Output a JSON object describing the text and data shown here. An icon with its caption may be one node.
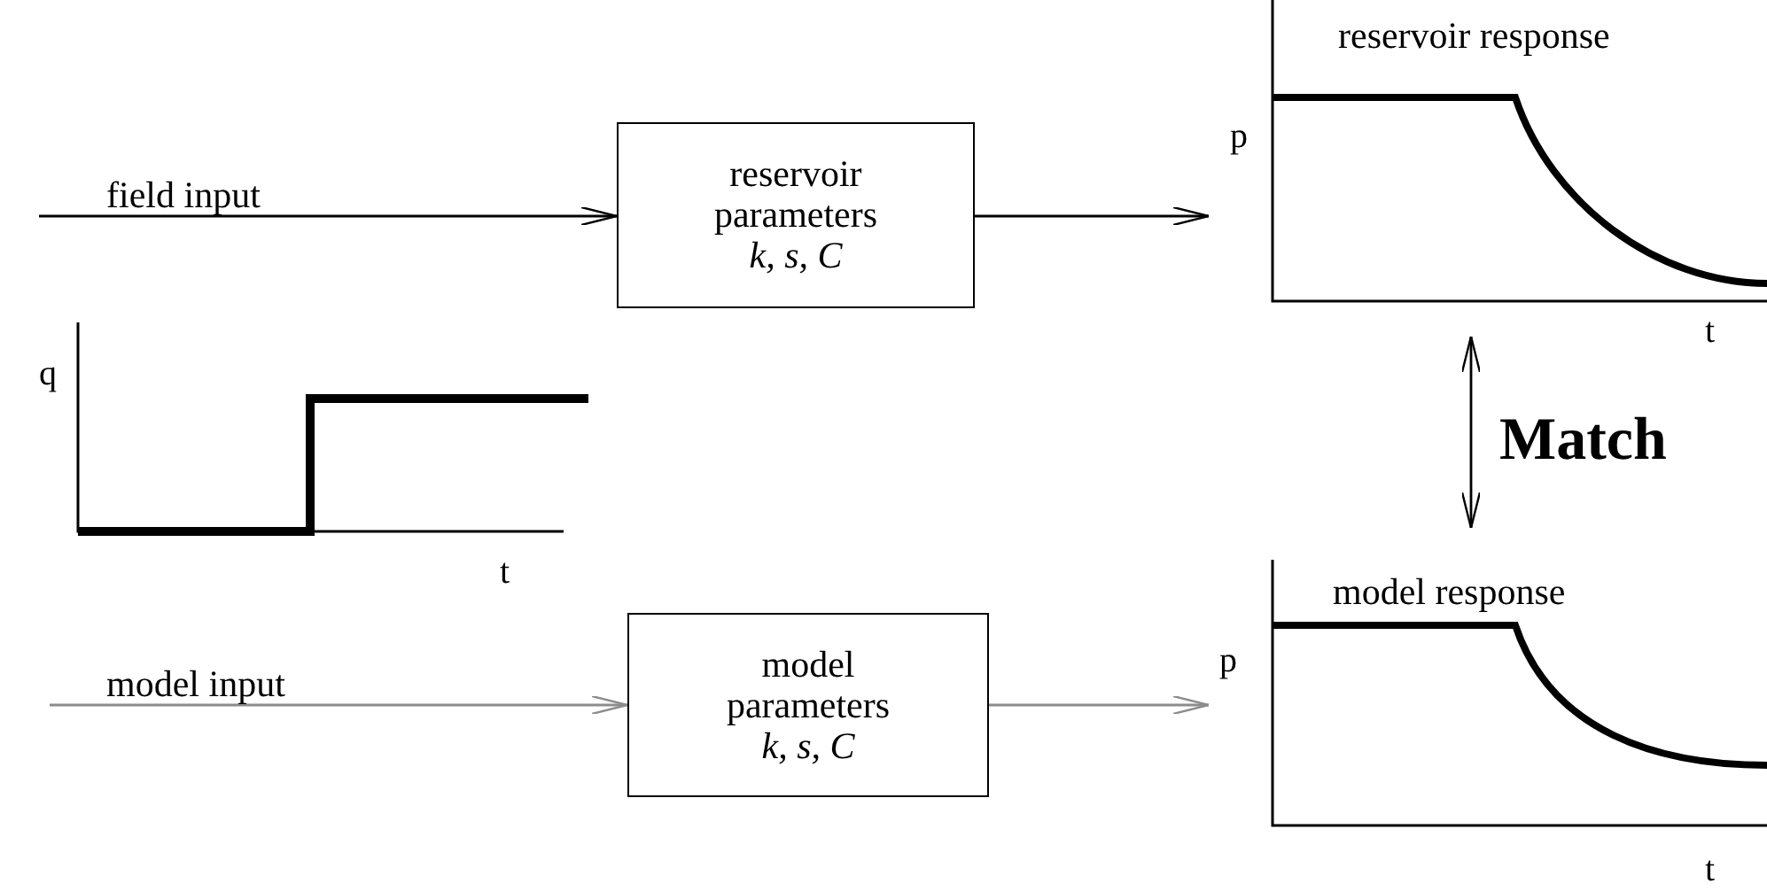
{
  "diagram": {
    "nodes": [
      {
        "text": [
          "reservoir parameters",
          "k, s, C"
        ]
      },
      {
        "text": [
          "reservoir response",
          "p",
          "t"
        ]
      },
      {
        "text": [
          "model parameters",
          "k, s, C"
        ]
      },
      {
        "text": [
          "model response",
          "p",
          "t"
        ]
      }
    ],
    "edges": [
      {
        "from": null,
        "to": 0,
        "arrow": "to",
        "label": "field input"
      },
      {
        "from": 0,
        "to": 1,
        "arrow": "to"
      },
      {
        "from": 1,
        "to": 3,
        "arrow": "both",
        "label": "Match"
      },
      {
        "from": null,
        "to": 2,
        "arrow": "to",
        "label": "model input",
        "color": "#8c8c8c"
      },
      {
        "from": 2,
        "to": 3,
        "arrow": "to",
        "color": "#8c8c8c"
      }
    ],
    "labels": [
      "q",
      "t"
    ]
  }
}
